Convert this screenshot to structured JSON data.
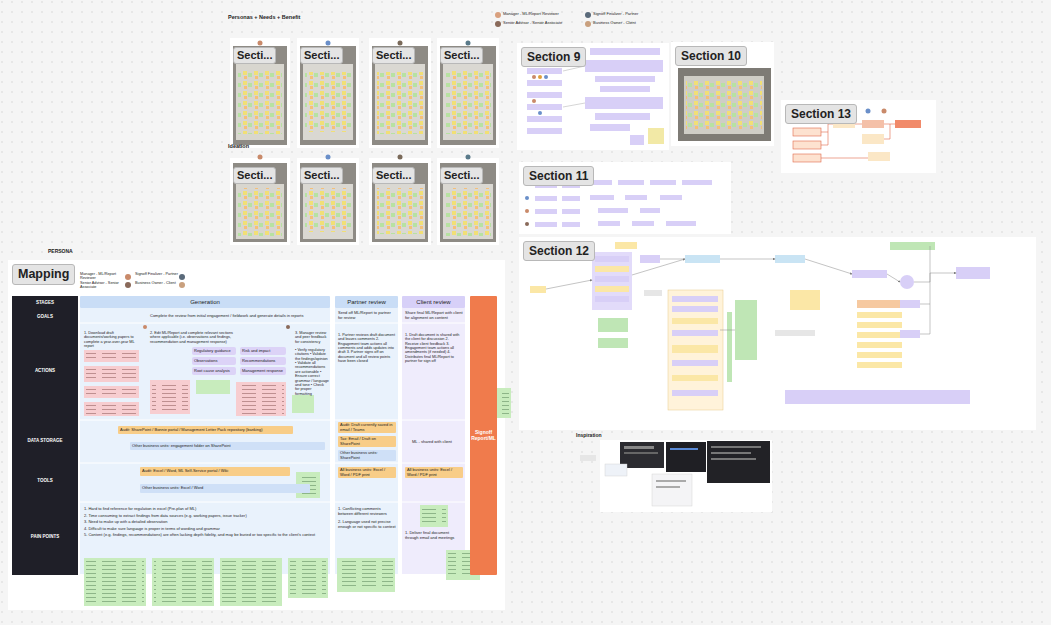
{
  "diagram": {
    "nodes": [
      {
        "text": [
          "Secti..."
        ]
      },
      {
        "text": [
          "Secti..."
        ]
      },
      {
        "text": [
          "Secti..."
        ]
      },
      {
        "text": [
          "Secti..."
        ]
      },
      {
        "text": [
          "Secti..."
        ]
      },
      {
        "text": [
          "Secti..."
        ]
      },
      {
        "text": [
          "Secti..."
        ]
      },
      {
        "text": [
          "Secti..."
        ]
      },
      {
        "text": [
          "Section 9"
        ]
      },
      {
        "text": [
          "Section 10"
        ]
      },
      {
        "text": [
          "Section 13"
        ]
      },
      {
        "text": [
          "Section 11"
        ]
      },
      {
        "text": [
          "Section 12"
        ]
      },
      {
        "text": [
          "Mapping"
        ]
      },
      {
        "text": [
          "Generation"
        ],
        "in": 13
      },
      {
        "text": [
          "Partner review"
        ],
        "in": 13
      },
      {
        "text": [
          "Client review"
        ],
        "in": 13
      },
      {
        "text": [
          "Signoff Report/ML"
        ],
        "in": 13
      },
      {
        "text": [
          "Regulatory guidance"
        ],
        "in": 13
      },
      {
        "text": [
          "Risk and impact"
        ],
        "in": 13
      },
      {
        "text": [
          "Observations"
        ],
        "in": 13
      },
      {
        "text": [
          "Recommendations"
        ],
        "in": 13
      },
      {
        "text": [
          "Root cause analysis"
        ],
        "in": 13
      },
      {
        "text": [
          "Management response"
        ],
        "in": 13
      },
      {
        "text": [
          "Audit: SharePoint / Bonnie portal / Management Letter Pack repository (banking)"
        ],
        "in": 13
      },
      {
        "text": [
          "Other business units: engagement folder on SharePoint"
        ],
        "in": 13
      },
      {
        "text": [
          "Audit: Draft currently saved in email / Teams"
        ],
        "in": 13
      },
      {
        "text": [
          "Tax: Email / Draft on SharePoint"
        ],
        "in": 13
      },
      {
        "text": [
          "Other business units: SharePoint"
        ],
        "in": 13
      },
      {
        "text": [
          "Audit: Excel / Word, ML Self-Service portal / Wiki"
        ],
        "in": 13
      },
      {
        "text": [
          "Other business units: Excel / Word"
        ],
        "in": 13
      },
      {
        "text": [
          "All business units: Excel / Word / PDF print"
        ],
        "in": 13
      },
      {
        "text": [
          "All business units: Excel / Word / PDF print"
        ],
        "in": 13
      }
    ],
    "labels": [
      "Personas + Needs + Benefit",
      "Ideation",
      "Inspiration",
      "Manager - ML/Report Reviewer",
      "Senior Advisor - Senior Associate",
      "Signoff Finalizer - Partner",
      "Business Owner - Client",
      "PERSONA",
      "Manager - ML/Report Reviewer",
      "Senior Advisor - Senior Associate",
      "Signoff Finalizer - Partner",
      "Business Owner - Client",
      "STAGES",
      "GOALS",
      "ACTIONS",
      "DATA STORAGE",
      "TOOLS",
      "PAIN POINTS",
      "Complete the review from initial engagement / fieldwork and generate details in reports",
      "Send off ML/Report to partner for review",
      "Share final ML/Report with client for alignment on content",
      "1. Download draft documents/working papers to complete a year-over-year ML report",
      "2. Edit ML/Report and complete relevant sections where applicable (i.e. observations and findings, recommendation and management response)",
      "3. Manager review and peer feedback for consistency",
      "• Verify regulatory citations • Validate the findings/opinion • Validate all recommendations are actionable • Ensure correct grammar / language and tone • Check for proper formatting",
      "1. Partner reviews draft document and leaves comments 2. Engagement team actions all comments and adds updates into draft 3. Partner signs off on document and all review points have been closed",
      "1. Draft document is shared with the client for discussion 2. Receive client feedback 3. Engagement team actions all amendments (if needed) 4. Distributes final ML/Report to partner for sign off",
      "ML - shared with client",
      "1. Hard to find reference for regulation in excel (Pre-plan of ML)",
      "2. Time consuming to extract findings from data sources (e.g. working papers, issue tracker)",
      "3. Need to make up with a detailed observation",
      "4. Difficult to make sure language is proper in terms of wording and grammar",
      "5. Content (e.g. findings, recommendations) are often lacking depth fidelity, and may be buried or too specific to the client's context",
      "1. Conflicting comments between different reviewers",
      "2. Language used not precise enough or not specific to context",
      "1. Deliver final document through email and meetings"
    ]
  }
}
